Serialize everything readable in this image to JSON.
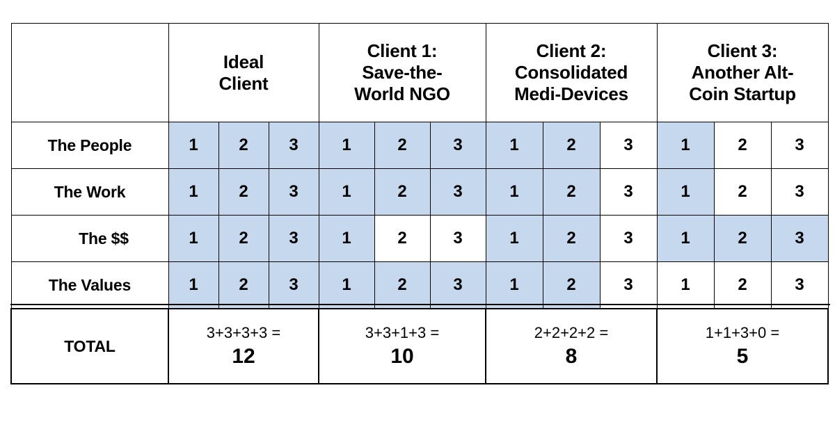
{
  "table": {
    "highlight_color": "#c5d8ee",
    "border_color": "#000000",
    "background": "#ffffff",
    "corner_label": "",
    "column_groups": [
      {
        "id": "ideal",
        "title": "Ideal\nClient",
        "title_lines": [
          "Ideal",
          "Client"
        ]
      },
      {
        "id": "client1",
        "title": "Client 1:\nSave-the-\nWorld NGO",
        "title_lines": [
          "Client 1:",
          "Save-the-",
          "World NGO"
        ]
      },
      {
        "id": "client2",
        "title": "Client 2:\nConsolidated\nMedi-Devices",
        "title_lines": [
          "Client 2:",
          "Consolidated",
          "Medi-Devices"
        ]
      },
      {
        "id": "client3",
        "title": "Client 3:\nAnother Alt-\nCoin Startup",
        "title_lines": [
          "Client 3:",
          "Another Alt-",
          "Coin Startup"
        ]
      }
    ],
    "scale_values": [
      "1",
      "2",
      "3"
    ],
    "rows": [
      {
        "label": "The People",
        "label_align": "center",
        "groups": [
          {
            "id": "ideal",
            "cells": [
              {
                "value": "1",
                "highlighted": true
              },
              {
                "value": "2",
                "highlighted": true
              },
              {
                "value": "3",
                "highlighted": true
              }
            ]
          },
          {
            "id": "client1",
            "cells": [
              {
                "value": "1",
                "highlighted": true
              },
              {
                "value": "2",
                "highlighted": true
              },
              {
                "value": "3",
                "highlighted": true
              }
            ]
          },
          {
            "id": "client2",
            "cells": [
              {
                "value": "1",
                "highlighted": true
              },
              {
                "value": "2",
                "highlighted": true
              },
              {
                "value": "3",
                "highlighted": false
              }
            ]
          },
          {
            "id": "client3",
            "cells": [
              {
                "value": "1",
                "highlighted": true
              },
              {
                "value": "2",
                "highlighted": false
              },
              {
                "value": "3",
                "highlighted": false
              }
            ]
          }
        ]
      },
      {
        "label": "The Work",
        "label_align": "center",
        "groups": [
          {
            "id": "ideal",
            "cells": [
              {
                "value": "1",
                "highlighted": true
              },
              {
                "value": "2",
                "highlighted": true
              },
              {
                "value": "3",
                "highlighted": true
              }
            ]
          },
          {
            "id": "client1",
            "cells": [
              {
                "value": "1",
                "highlighted": true
              },
              {
                "value": "2",
                "highlighted": true
              },
              {
                "value": "3",
                "highlighted": true
              }
            ]
          },
          {
            "id": "client2",
            "cells": [
              {
                "value": "1",
                "highlighted": true
              },
              {
                "value": "2",
                "highlighted": true
              },
              {
                "value": "3",
                "highlighted": false
              }
            ]
          },
          {
            "id": "client3",
            "cells": [
              {
                "value": "1",
                "highlighted": true
              },
              {
                "value": "2",
                "highlighted": false
              },
              {
                "value": "3",
                "highlighted": false
              }
            ]
          }
        ]
      },
      {
        "label": "The $$",
        "label_align": "right",
        "groups": [
          {
            "id": "ideal",
            "cells": [
              {
                "value": "1",
                "highlighted": true
              },
              {
                "value": "2",
                "highlighted": true
              },
              {
                "value": "3",
                "highlighted": true
              }
            ]
          },
          {
            "id": "client1",
            "cells": [
              {
                "value": "1",
                "highlighted": true
              },
              {
                "value": "2",
                "highlighted": false
              },
              {
                "value": "3",
                "highlighted": false
              }
            ]
          },
          {
            "id": "client2",
            "cells": [
              {
                "value": "1",
                "highlighted": true
              },
              {
                "value": "2",
                "highlighted": true
              },
              {
                "value": "3",
                "highlighted": false
              }
            ]
          },
          {
            "id": "client3",
            "cells": [
              {
                "value": "1",
                "highlighted": true
              },
              {
                "value": "2",
                "highlighted": true
              },
              {
                "value": "3",
                "highlighted": true
              }
            ]
          }
        ]
      },
      {
        "label": "The Values",
        "label_align": "center",
        "groups": [
          {
            "id": "ideal",
            "cells": [
              {
                "value": "1",
                "highlighted": true
              },
              {
                "value": "2",
                "highlighted": true
              },
              {
                "value": "3",
                "highlighted": true
              }
            ]
          },
          {
            "id": "client1",
            "cells": [
              {
                "value": "1",
                "highlighted": true
              },
              {
                "value": "2",
                "highlighted": true
              },
              {
                "value": "3",
                "highlighted": true
              }
            ]
          },
          {
            "id": "client2",
            "cells": [
              {
                "value": "1",
                "highlighted": true
              },
              {
                "value": "2",
                "highlighted": true
              },
              {
                "value": "3",
                "highlighted": false
              }
            ]
          },
          {
            "id": "client3",
            "cells": [
              {
                "value": "1",
                "highlighted": false
              },
              {
                "value": "2",
                "highlighted": false
              },
              {
                "value": "3",
                "highlighted": false
              }
            ]
          }
        ]
      }
    ],
    "total_row": {
      "label": "TOTAL",
      "cells": [
        {
          "id": "ideal",
          "expression": "3+3+3+3 =",
          "sum": "12"
        },
        {
          "id": "client1",
          "expression": "3+3+1+3 =",
          "sum": "10"
        },
        {
          "id": "client2",
          "expression": "2+2+2+2 =",
          "sum": "8"
        },
        {
          "id": "client3",
          "expression": "1+1+3+0 =",
          "sum": "5"
        }
      ]
    }
  }
}
